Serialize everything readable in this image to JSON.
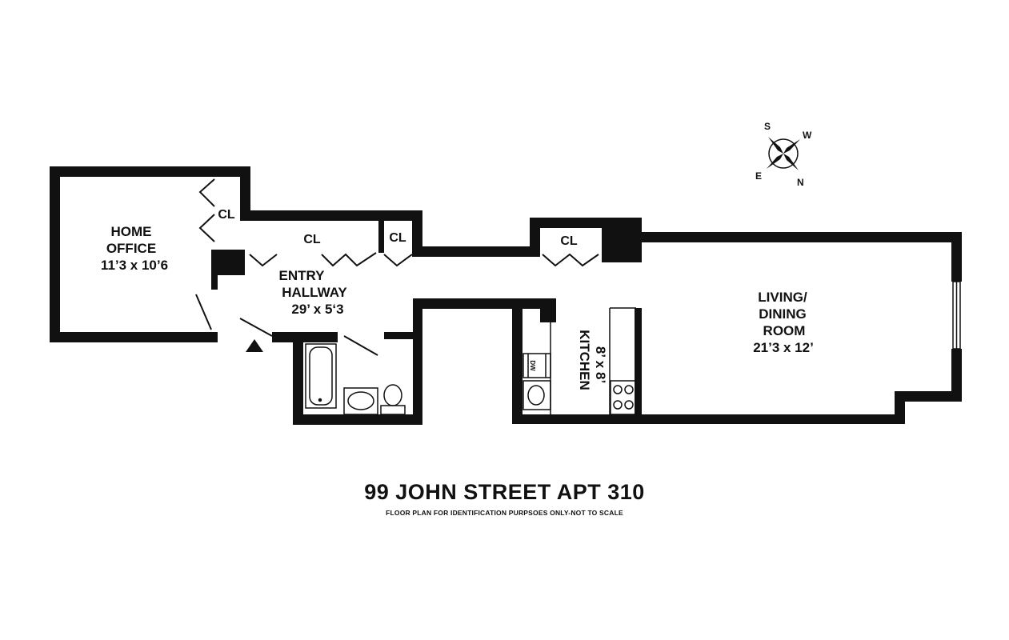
{
  "title": "99 JOHN STREET APT 310",
  "subtitle": "FLOOR PLAN FOR IDENTIFICATION PURPSOES ONLY-NOT TO SCALE",
  "rooms": {
    "home_office": {
      "name_line1": "HOME",
      "name_line2": "OFFICE",
      "dims": "11’3 x 10’6"
    },
    "entry_hallway": {
      "name_line1": "ENTRY",
      "name_line2": "HALLWAY",
      "dims": "29’ x 5‘3"
    },
    "kitchen": {
      "name": "KITCHEN",
      "dims": "8’ x 8’"
    },
    "living_dining": {
      "name_line1": "LIVING/",
      "name_line2": "DINING",
      "name_line3": "ROOM",
      "dims": "21’3 x 12’"
    }
  },
  "closets": {
    "office": "CL",
    "hall_large": "CL",
    "hall_small": "CL",
    "corridor": "CL"
  },
  "fixtures": {
    "dishwasher": "DW"
  },
  "compass": {
    "top": "S",
    "right": "W",
    "left": "E",
    "bottom": "N"
  },
  "colors": {
    "wall": "#111111",
    "background": "#ffffff"
  }
}
